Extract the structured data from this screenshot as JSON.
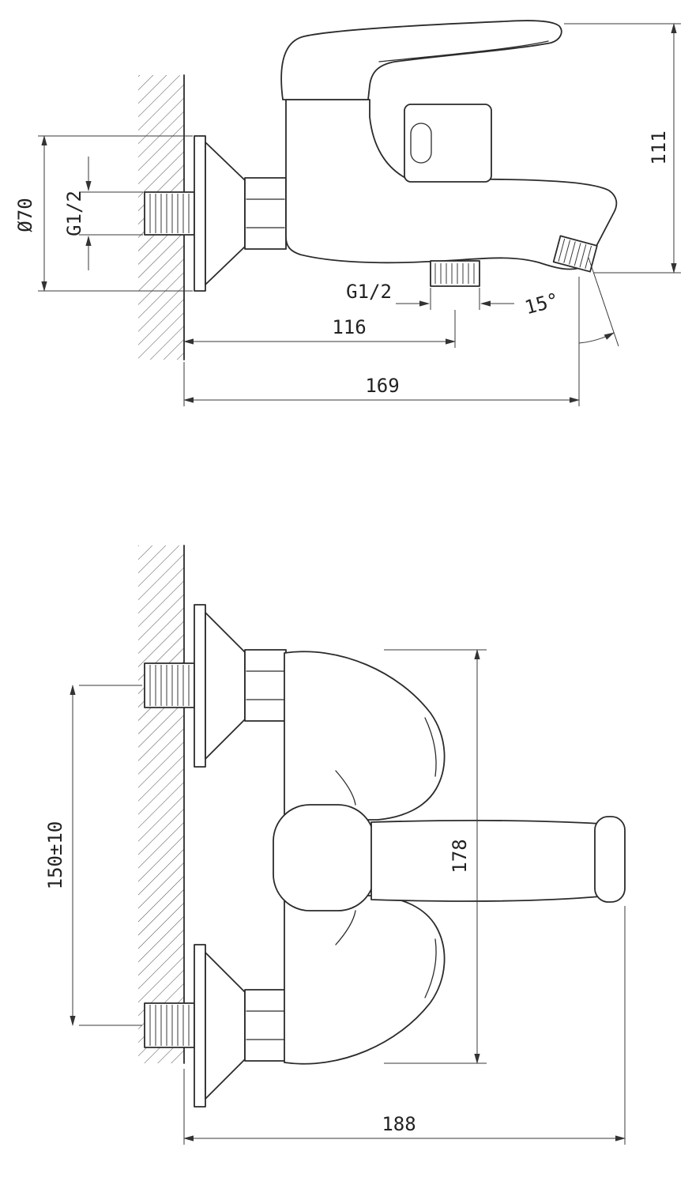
{
  "side_view": {
    "flange_diameter": "Ø70",
    "inlet_thread": "G1/2",
    "overall_height": "111",
    "outlet_thread": "G1/2",
    "outlet_offset": "116",
    "overall_depth": "169",
    "spout_angle": "15°"
  },
  "front_view": {
    "hole_centers": "150±10",
    "body_height": "178",
    "overall_width": "188"
  }
}
